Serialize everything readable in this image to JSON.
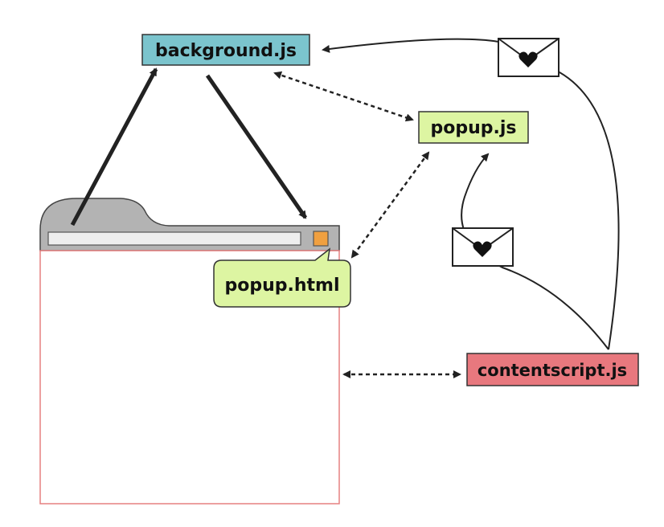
{
  "nodes": {
    "background": {
      "label": "background.js",
      "color": "#7bc4cd"
    },
    "popup_js": {
      "label": "popup.js",
      "color": "#ddf5a2"
    },
    "popup_html": {
      "label": "popup.html",
      "color": "#ddf5a2"
    },
    "contentscript": {
      "label": "contentscript.js",
      "color": "#e8787e"
    }
  },
  "browser": {
    "frame_color": "#b3b3b3",
    "page_border_color": "#e58080",
    "address_bar_color": "#eeeeee",
    "extension_button_color": "#f0a040"
  },
  "icons": {
    "message_icon": "envelope-with-heart"
  }
}
